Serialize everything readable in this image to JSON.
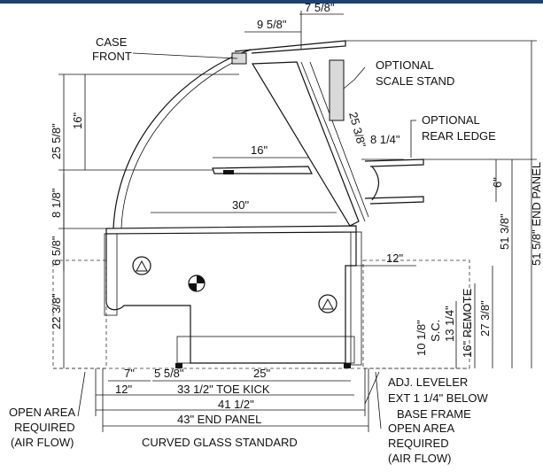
{
  "labels": {
    "case_front": [
      "CASE",
      "FRONT"
    ],
    "optional_scale_stand": [
      "OPTIONAL",
      "SCALE STAND"
    ],
    "optional_rear_ledge": [
      "OPTIONAL",
      "REAR LEDGE"
    ],
    "dim_9_5_8": "9 5/8\"",
    "dim_7_5_8": "7 5/8\"",
    "dim_25_3_8": "25 3/8\"",
    "dim_8_1_4": "8 1/4\"",
    "dim_16_top": "16\"",
    "dim_16_side": "16\"",
    "dim_25_5_8": "25 5/8\"",
    "dim_8_1_8": "8 1/8\"",
    "dim_30": "30\"",
    "dim_6_5_8": "6 5/8\"",
    "dim_22_3_8": "22 3/8\"",
    "dim_6": "6\"",
    "dim_51_3_8": "51 3/8\"",
    "dim_51_5_8_end_panel": "51 5/8\" END PANEL",
    "dim_27_3_8": "27 3/8\"",
    "dim_12_right": "12\"",
    "dim_16_remote": "16\" REMOTE",
    "dim_13_1_4": "13 1/4\"",
    "dim_10_1_8_sc": [
      "10 1/8\"",
      "S.C."
    ],
    "dim_7": "7\"",
    "dim_5_5_8": "5 5/8\"",
    "dim_25": "25\"",
    "dim_12_left": "12\"",
    "dim_33_1_2_toe_kick": "33 1/2\" TOE KICK",
    "dim_41_1_2": "41 1/2\"",
    "dim_43_end_panel": "43\" END PANEL",
    "adj_leveler": [
      "ADJ. LEVELER",
      "EXT 1 1/4\" BELOW",
      "BASE FRAME"
    ],
    "open_area_left": [
      "OPEN AREA",
      "REQUIRED",
      "(AIR FLOW)"
    ],
    "open_area_right": [
      "OPEN AREA",
      "REQUIRED",
      "(AIR FLOW)"
    ],
    "curved_glass_standard": "CURVED GLASS STANDARD"
  }
}
